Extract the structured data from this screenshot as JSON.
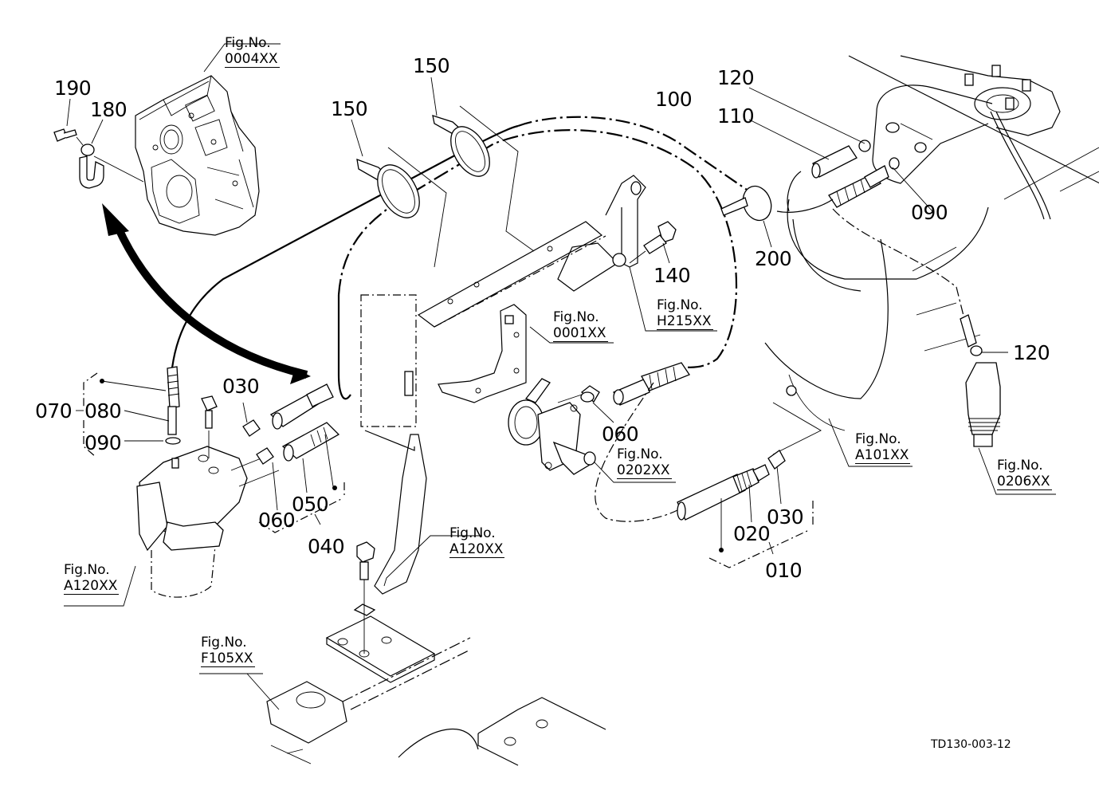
{
  "diagram": {
    "type": "exploded-parts-diagram",
    "drawing_ref": "TD130-003-12",
    "part_labels": {
      "p010": "010",
      "p020": "020",
      "p030_left": "030",
      "p030_right": "030",
      "p040": "040",
      "p050": "050",
      "p060_left": "060",
      "p060_mid": "060",
      "p070": "070",
      "p080": "080",
      "p090_left": "090",
      "p090_right": "090",
      "p100": "100",
      "p110": "110",
      "p120_top": "120",
      "p120_right": "120",
      "p140": "140",
      "p150_left": "150",
      "p150_right": "150",
      "p180": "180",
      "p190": "190",
      "p200": "200"
    },
    "figure_refs": [
      {
        "id": "fig-0004",
        "prefix": "Fig.No.",
        "code": "0004XX"
      },
      {
        "id": "fig-0001",
        "prefix": "Fig.No.",
        "code": "0001XX"
      },
      {
        "id": "fig-h215",
        "prefix": "Fig.No.",
        "code": "H215XX"
      },
      {
        "id": "fig-0202",
        "prefix": "Fig.No.",
        "code": "0202XX"
      },
      {
        "id": "fig-a101",
        "prefix": "Fig.No.",
        "code": "A101XX"
      },
      {
        "id": "fig-0206",
        "prefix": "Fig.No.",
        "code": "0206XX"
      },
      {
        "id": "fig-a120-left",
        "prefix": "Fig.No.",
        "code": "A120XX"
      },
      {
        "id": "fig-a120-mid",
        "prefix": "Fig.No.",
        "code": "A120XX"
      },
      {
        "id": "fig-f105",
        "prefix": "Fig.No.",
        "code": "F105XX"
      }
    ]
  }
}
